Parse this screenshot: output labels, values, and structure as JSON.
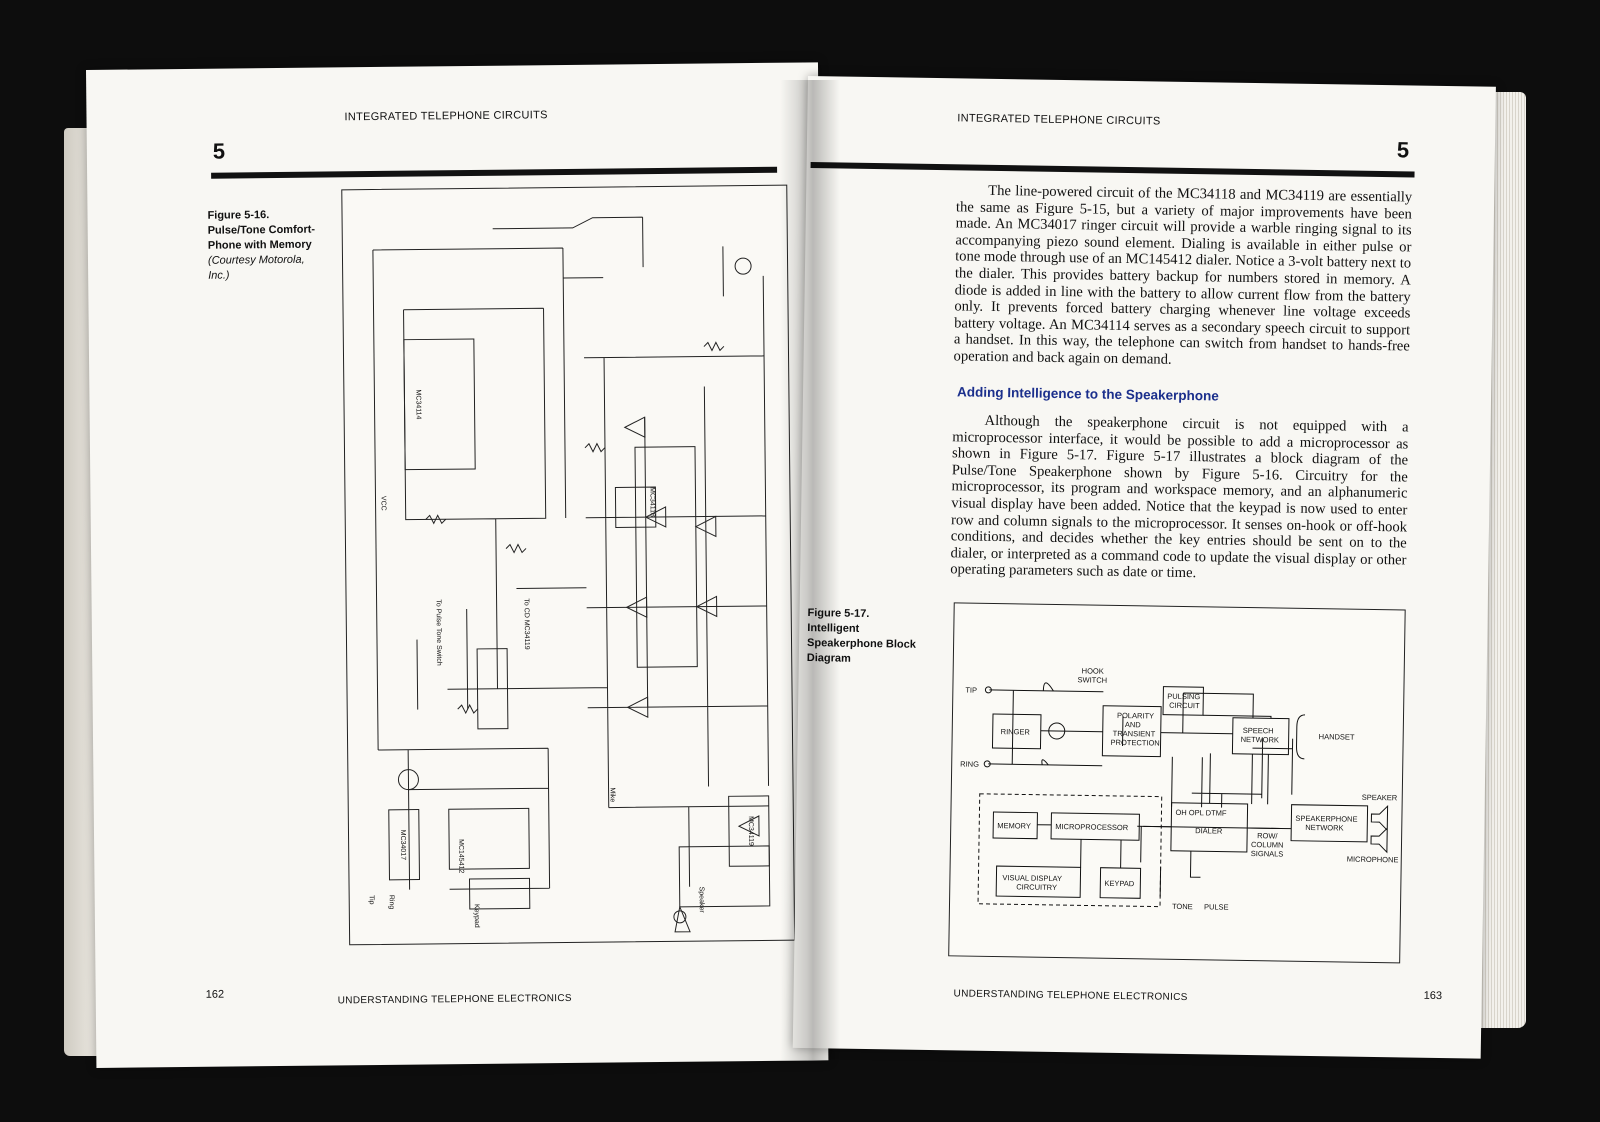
{
  "left_page": {
    "running_head": "INTEGRATED TELEPHONE CIRCUITS",
    "chapter_number": "5",
    "figure": {
      "number": "Figure 5-16.",
      "title_lines": [
        "Pulse/Tone Comfort-",
        "Phone with Memory"
      ],
      "credit_lines": [
        "(Courtesy Motorola,",
        "Inc.)"
      ]
    },
    "schematic_labels": [
      "MC34114",
      "MC34118",
      "MC145412",
      "MC34119",
      "MC34017",
      "Tip",
      "Ring",
      "Keypad",
      "VCC",
      "Speaker",
      "Mike",
      "To Pulse Tone Switch",
      "To CD MC34119"
    ],
    "folio": "162",
    "footer": "UNDERSTANDING TELEPHONE ELECTRONICS"
  },
  "right_page": {
    "running_head": "INTEGRATED TELEPHONE CIRCUITS",
    "chapter_number": "5",
    "paragraph1": "The line-powered circuit of the MC34118 and MC34119 are essentially the same as Figure 5-15, but a variety of major improvements have been made. An MC34017 ringer circuit will provide a warble ringing signal to its accompanying piezo sound element. Dialing is available in either pulse or tone mode through use of an MC145412 dialer. Notice a 3-volt battery next to the dialer. This provides battery backup for numbers stored in memory. A diode is added in line with the battery to allow current flow from the battery only. It prevents forced battery charging whenever line voltage exceeds battery voltage. An MC34114 serves as a secondary speech circuit to support a handset. In this way, the telephone can switch from handset to hands-free operation and back again on demand.",
    "section_heading": "Adding Intelligence to the Speakerphone",
    "paragraph2": "Although the speakerphone circuit is not equipped with a microprocessor interface, it would be possible to add a microprocessor as shown in Figure 5-17. Figure 5-17 illustrates a block diagram of the Pulse/Tone Speakerphone shown by Figure 5-16. Circuitry for the microprocessor, its program and workspace memory, and an alphanumeric visual display have been added. Notice that the keypad is now used to enter row and column signals to the microprocessor. It senses on-hook or off-hook conditions, and decides whether the key entries should be sent on to the dialer, or interpreted as a command code to update the visual display or other operating parameters such as date or time.",
    "figure": {
      "number": "Figure 5-17.",
      "title_lines": [
        "Intelligent",
        "Speakerphone Block",
        "Diagram"
      ]
    },
    "block_diagram": {
      "tip": "TIP",
      "ring": "RING",
      "hook_switch": [
        "HOOK",
        "SWITCH"
      ],
      "ringer": "RINGER",
      "polarity": [
        "POLARITY",
        "AND",
        "TRANSIENT",
        "PROTECTION"
      ],
      "pulsing": [
        "PULSING",
        "CIRCUIT"
      ],
      "speech": [
        "SPEECH",
        "NETWORK"
      ],
      "handset": "HANDSET",
      "dialer_top": "OH  OPL  DTMF",
      "dialer": "DIALER",
      "row_column": [
        "ROW/",
        "COLUMN",
        "SIGNALS"
      ],
      "speakerphone": [
        "SPEAKERPHONE",
        "NETWORK"
      ],
      "speaker": "SPEAKER",
      "microphone": "MICROPHONE",
      "memory": "MEMORY",
      "microprocessor": "MICROPROCESSOR",
      "visual_display": [
        "VISUAL DISPLAY",
        "CIRCUITRY"
      ],
      "keypad": "KEYPAD",
      "tone": "TONE",
      "pulse": "PULSE"
    },
    "folio": "163",
    "footer": "UNDERSTANDING TELEPHONE ELECTRONICS"
  }
}
